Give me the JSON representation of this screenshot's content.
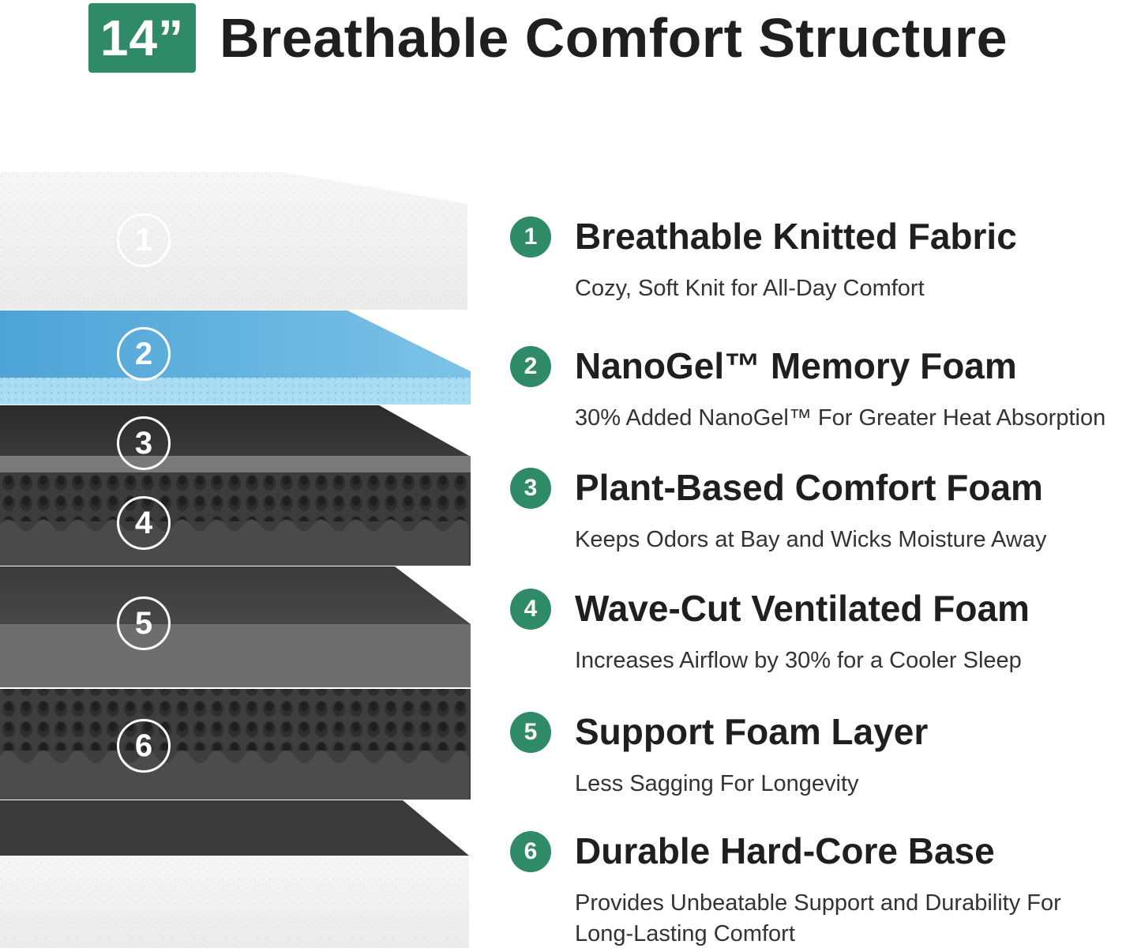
{
  "header": {
    "size_badge": "14”",
    "title": "Breathable Comfort Structure"
  },
  "colors": {
    "accent": "#2f8a68",
    "fabric": "#f2f2f2",
    "gel_foam": "#6bb7e0",
    "comfort_foam": "#7a7a7a",
    "wave_foam": "#4a4a4a",
    "support_foam": "#6e6e6e",
    "base_fabric": "#f2f2f2"
  },
  "layer_markers": [
    "1",
    "2",
    "3",
    "4",
    "5",
    "6"
  ],
  "features": [
    {
      "number": "1",
      "title": "Breathable Knitted Fabric",
      "description": "Cozy, Soft Knit for All-Day Comfort"
    },
    {
      "number": "2",
      "title": "NanoGel™ Memory Foam",
      "description": "30% Added NanoGel™ For Greater Heat Absorption"
    },
    {
      "number": "3",
      "title": "Plant-Based Comfort Foam",
      "description": "Keeps Odors at Bay and Wicks Moisture Away"
    },
    {
      "number": "4",
      "title": "Wave-Cut Ventilated Foam",
      "description": "Increases Airflow by 30% for a Cooler Sleep"
    },
    {
      "number": "5",
      "title": "Support Foam Layer",
      "description": "Less Sagging For Longevity"
    },
    {
      "number": "6",
      "title": "Durable Hard-Core Base",
      "description": "Provides Unbeatable Support and Durability For Long-Lasting Comfort"
    }
  ]
}
